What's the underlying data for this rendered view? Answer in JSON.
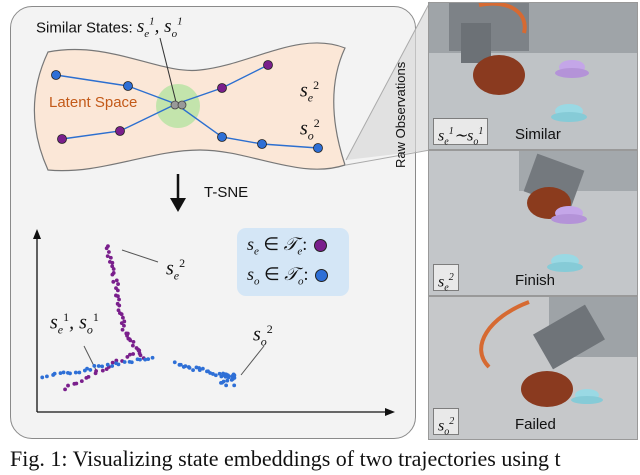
{
  "figure": {
    "similar_prefix": "Similar States: ",
    "similar_math": "s",
    "latent_label": "Latent Space",
    "tsne_label": "T-SNE",
    "raw_label": "Raw Observations",
    "caption": "Fig. 1: Visualizing state embeddings of two trajectories using t"
  },
  "latent_labels": {
    "se2": {
      "base": "s",
      "sup": "2",
      "sub": "e"
    },
    "so2": {
      "base": "s",
      "sup": "2",
      "sub": "o"
    }
  },
  "plot_labels": {
    "se2": {
      "base": "s",
      "sup": "2",
      "sub": "e"
    },
    "se1so1": {
      "text": "s",
      "sup": "1",
      "sub": "e",
      "text2": ", s",
      "sup2": "1",
      "sub2": "o"
    },
    "so2": {
      "base": "s",
      "sup": "2",
      "sub": "o"
    }
  },
  "legend": {
    "expert": {
      "lhs": "s",
      "lhs_sub": "e",
      "rel": " ∈ ",
      "set": "𝒯",
      "set_sub": "e",
      "colon": ":",
      "color": "#7a1f8c"
    },
    "other": {
      "lhs": "s",
      "lhs_sub": "o",
      "rel": " ∈ ",
      "set": "𝒯",
      "set_sub": "o",
      "colon": ":",
      "color": "#2e6fd6"
    }
  },
  "photos": [
    {
      "tag": "s",
      "tag_sup": "1",
      "tag_sub": "e",
      "tag_mid": "∼s",
      "tag_sup2": "1",
      "tag_sub2": "o",
      "status": "Similar"
    },
    {
      "tag": "s",
      "tag_sup": "2",
      "tag_sub": "e",
      "status": "Finish"
    },
    {
      "tag": "s",
      "tag_sup": "2",
      "tag_sub": "o",
      "status": "Failed"
    }
  ],
  "colors": {
    "expert": "#7a1f8c",
    "other": "#2e6fd6",
    "latent_fill": "#fbe7d7",
    "highlight": "#b9e3a4"
  }
}
